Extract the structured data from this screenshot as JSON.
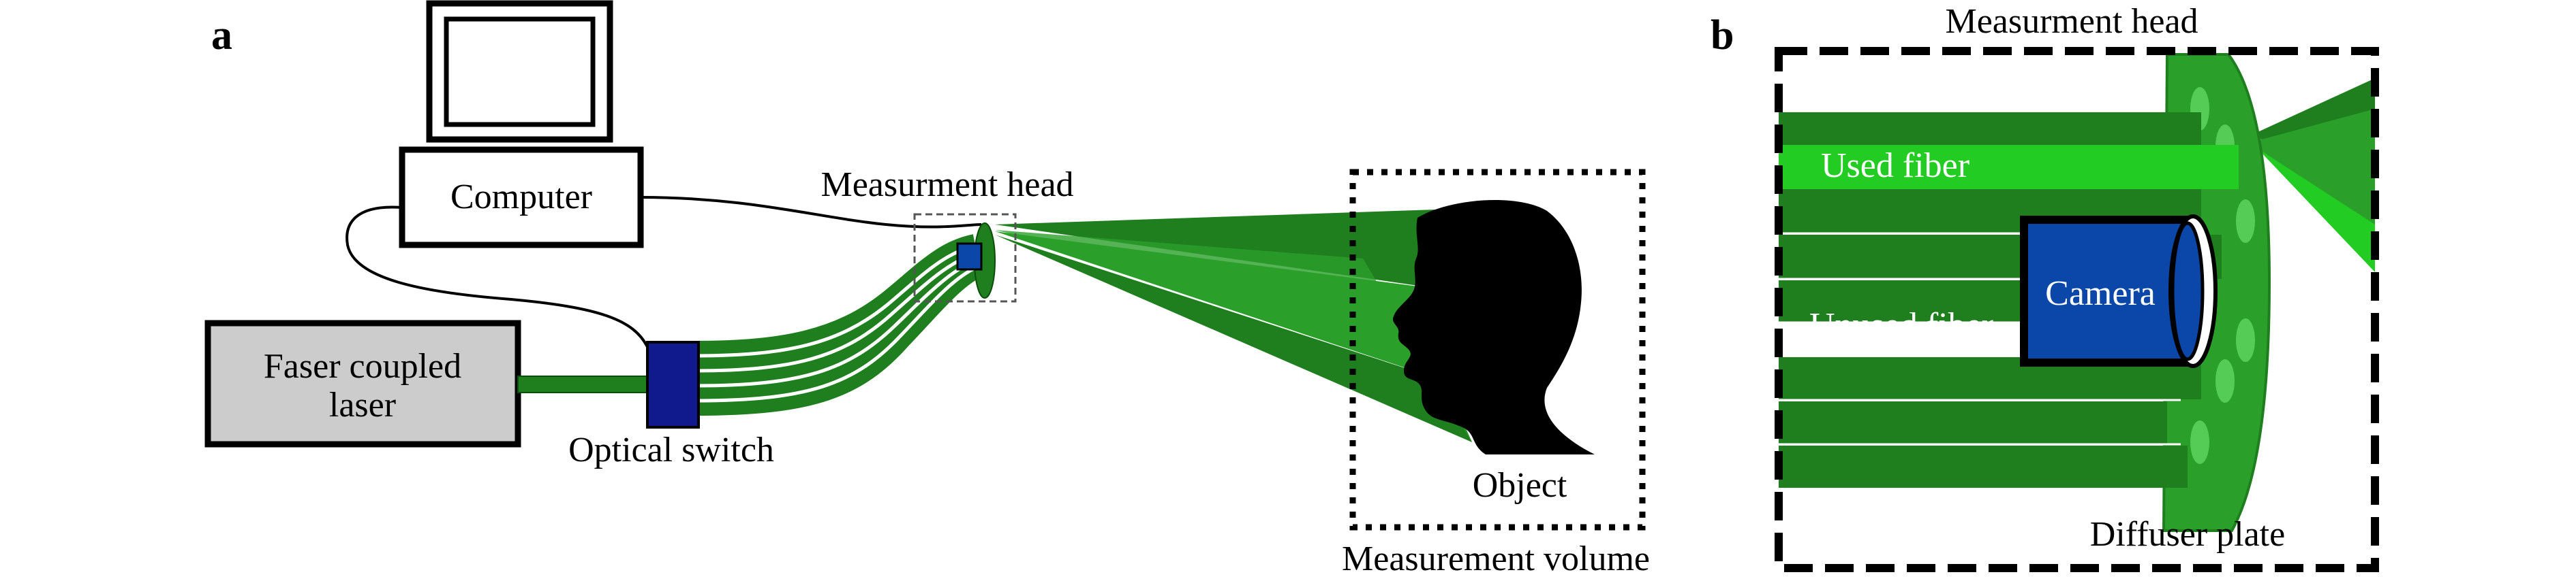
{
  "panel_a": {
    "label": "a",
    "computer": "Computer",
    "laser_line1": "Faser coupled",
    "laser_line2": "laser",
    "optical_switch": "Optical switch",
    "measurement_head": "Measurment head",
    "object": "Object",
    "measurement_volume": "Measurement volume"
  },
  "panel_b": {
    "label": "b",
    "title": "Measurment head",
    "used_fiber": "Used fiber",
    "unused_fiber": "Unused fiber",
    "camera": "Camera",
    "diffuser_plate": "Diffuser plate"
  },
  "colors": {
    "fiber_dark": "#1f7f1f",
    "fiber_mid": "#2aa02a",
    "fiber_bright": "#22cc22",
    "camera_blue": "#0a47a8",
    "switch_blue": "#101a8c",
    "laser_gray": "#cccccc"
  }
}
